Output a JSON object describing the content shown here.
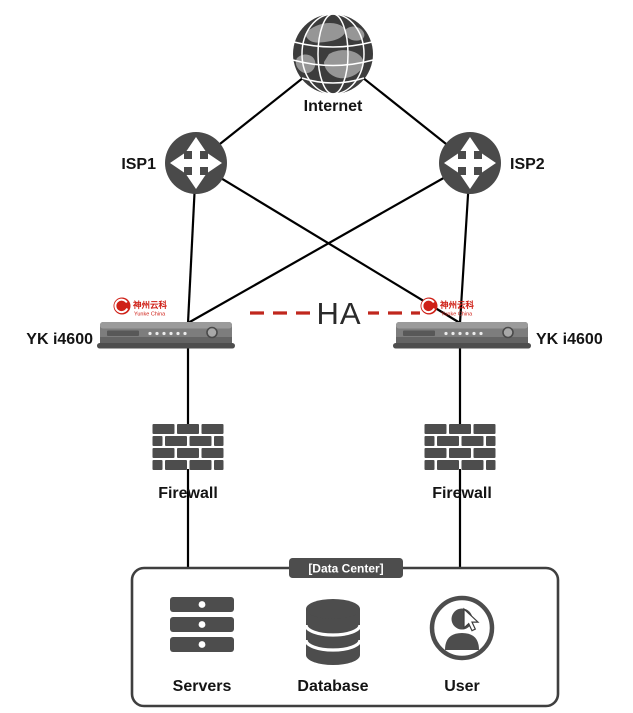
{
  "diagram": {
    "internet": {
      "label": "Internet"
    },
    "isp1": {
      "label": "ISP1"
    },
    "isp2": {
      "label": "ISP2"
    },
    "device_left": {
      "label": "YK i4600",
      "vendor_name": "神州云科",
      "vendor_sub": "Yunke China"
    },
    "device_right": {
      "label": "YK i4600",
      "vendor_name": "神州云科",
      "vendor_sub": "Yunke China"
    },
    "ha_link": {
      "label": "HA",
      "style": "dashed"
    },
    "firewall_left": {
      "label": "Firewall"
    },
    "firewall_right": {
      "label": "Firewall"
    },
    "datacenter": {
      "label": "[Data Center]",
      "items": [
        {
          "label": "Servers"
        },
        {
          "label": "Database"
        },
        {
          "label": "User"
        }
      ]
    },
    "colors": {
      "icon_gray": "#4d4d4d",
      "link_black": "#000000",
      "ha_red": "#c0271d",
      "vendor_red": "#cf2017"
    }
  }
}
